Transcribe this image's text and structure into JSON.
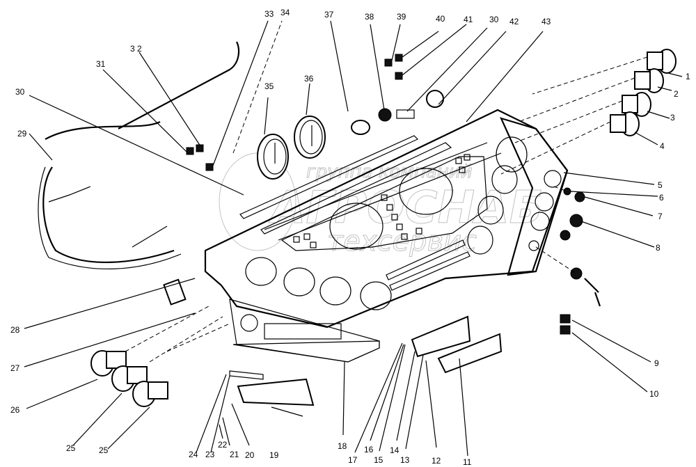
{
  "watermark": {
    "line1": "группа компаний",
    "line2": "АГРОСНАБ",
    "line3": "техсервис"
  },
  "callouts": [
    {
      "id": "c1",
      "label": "1"
    },
    {
      "id": "c2",
      "label": "2"
    },
    {
      "id": "c3",
      "label": "3"
    },
    {
      "id": "c4",
      "label": "4"
    },
    {
      "id": "c5",
      "label": "5"
    },
    {
      "id": "c6",
      "label": "6"
    },
    {
      "id": "c7",
      "label": "7"
    },
    {
      "id": "c8",
      "label": "8"
    },
    {
      "id": "c9",
      "label": "9"
    },
    {
      "id": "c10",
      "label": "10"
    },
    {
      "id": "c11",
      "label": "11"
    },
    {
      "id": "c12",
      "label": "12"
    },
    {
      "id": "c13",
      "label": "13"
    },
    {
      "id": "c14",
      "label": "14"
    },
    {
      "id": "c15",
      "label": "15"
    },
    {
      "id": "c16",
      "label": "16"
    },
    {
      "id": "c17",
      "label": "17"
    },
    {
      "id": "c18",
      "label": "18"
    },
    {
      "id": "c19",
      "label": "19"
    },
    {
      "id": "c20",
      "label": "20"
    },
    {
      "id": "c21",
      "label": "21"
    },
    {
      "id": "c22",
      "label": "22"
    },
    {
      "id": "c23",
      "label": "23"
    },
    {
      "id": "c24",
      "label": "24"
    },
    {
      "id": "c25a",
      "label": "25"
    },
    {
      "id": "c25b",
      "label": "25"
    },
    {
      "id": "c26",
      "label": "26"
    },
    {
      "id": "c27",
      "label": "27"
    },
    {
      "id": "c28",
      "label": "28"
    },
    {
      "id": "c29",
      "label": "29"
    },
    {
      "id": "c30a",
      "label": "30"
    },
    {
      "id": "c31",
      "label": "31"
    },
    {
      "id": "c32",
      "label": "3 2"
    },
    {
      "id": "c33",
      "label": "33"
    },
    {
      "id": "c34",
      "label": "34"
    },
    {
      "id": "c35",
      "label": "35"
    },
    {
      "id": "c36",
      "label": "36"
    },
    {
      "id": "c37",
      "label": "37"
    },
    {
      "id": "c38",
      "label": "38"
    },
    {
      "id": "c39",
      "label": "39"
    },
    {
      "id": "c40",
      "label": "40"
    },
    {
      "id": "c41",
      "label": "41"
    },
    {
      "id": "c30b",
      "label": "30"
    },
    {
      "id": "c42",
      "label": "42"
    },
    {
      "id": "c43",
      "label": "43"
    }
  ]
}
